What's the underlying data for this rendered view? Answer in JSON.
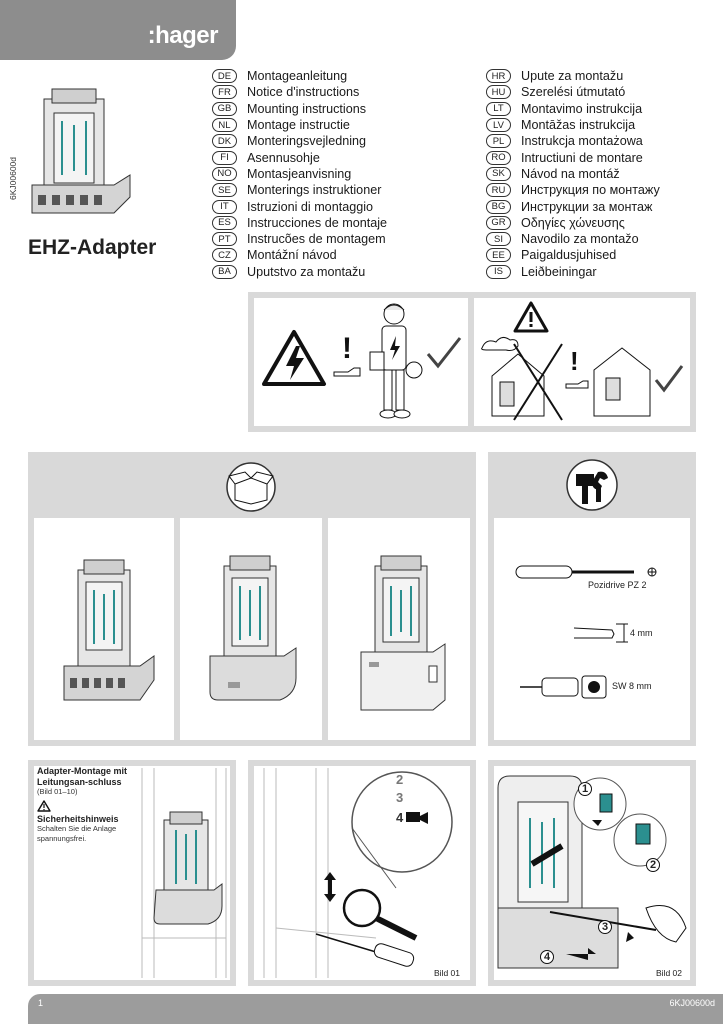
{
  "brand": {
    "logo": ":hager"
  },
  "doc_code_vertical": "6KJ00600d",
  "product_title": "EHZ-Adapter",
  "languages_left": [
    {
      "code": "DE",
      "text": "Montageanleitung"
    },
    {
      "code": "FR",
      "text": "Notice d'instructions"
    },
    {
      "code": "GB",
      "text": "Mounting instructions"
    },
    {
      "code": "NL",
      "text": "Montage instructie"
    },
    {
      "code": "DK",
      "text": "Monteringsvejledning"
    },
    {
      "code": "FI",
      "text": "Asennusohje"
    },
    {
      "code": "NO",
      "text": "Montasjeanvisning"
    },
    {
      "code": "SE",
      "text": "Monterings instruktioner"
    },
    {
      "code": "IT",
      "text": "Istruzioni di montaggio"
    },
    {
      "code": "ES",
      "text": "Instrucciones de montaje"
    },
    {
      "code": "PT",
      "text": "Instrucões de montagem"
    },
    {
      "code": "CZ",
      "text": "Montážní návod"
    },
    {
      "code": "BA",
      "text": "Uputstvo za montažu"
    }
  ],
  "languages_right": [
    {
      "code": "HR",
      "text": "Upute za montažu"
    },
    {
      "code": "HU",
      "text": "Szerelési útmutató"
    },
    {
      "code": "LT",
      "text": "Montavimo instrukcija"
    },
    {
      "code": "LV",
      "text": "Montāžas instrukcija"
    },
    {
      "code": "PL",
      "text": "Instrukcja montażowa"
    },
    {
      "code": "RO",
      "text": "Intructiuni de montare"
    },
    {
      "code": "SK",
      "text": "Návod na montáž"
    },
    {
      "code": "RU",
      "text": "Инструкция по монтажу"
    },
    {
      "code": "BG",
      "text": "Инструкции за монтаж"
    },
    {
      "code": "GR",
      "text": "Οδηγίες χώνευσης"
    },
    {
      "code": "SI",
      "text": "Navodilo za montažo"
    },
    {
      "code": "EE",
      "text": "Paigaldusjuhised"
    },
    {
      "code": "IS",
      "text": "Leiðbeiningar"
    }
  ],
  "tools": {
    "screwdriver": "Pozidrive PZ 2",
    "blade": "4 mm",
    "wrench": "SW 8 mm"
  },
  "side_note": {
    "heading": "Adapter-Montage mit Leitungsan-schluss",
    "range": "(Bild 01–10)",
    "safety_heading": "Sicherheitshinweis",
    "safety_text": "Schalten Sie die Anlage spannungsfrei."
  },
  "figures": {
    "bild01": "Bild 01",
    "bild02": "Bild 02",
    "step1": "1",
    "step2": "2",
    "step3": "3",
    "step4": "4",
    "digits_top": "2",
    "digits_mid": "3",
    "digits_bot": "4"
  },
  "footer": {
    "page": "1",
    "code": "6KJ00600d"
  },
  "colors": {
    "panel": "#d9d9d9",
    "footer": "#9c9c9c",
    "brand": "#8d8d8d",
    "accent_teal": "#2b8f8f"
  }
}
